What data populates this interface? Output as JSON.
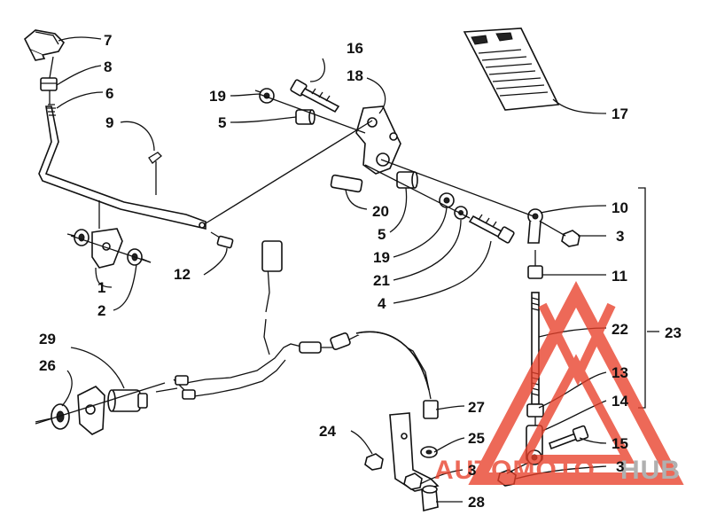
{
  "callouts": {
    "c7": "7",
    "c8": "8",
    "c6": "6",
    "c9": "9",
    "c12": "12",
    "c1": "1",
    "c2": "2",
    "c16": "16",
    "c18": "18",
    "c19a": "19",
    "c5a": "5",
    "c20": "20",
    "c5b": "5",
    "c19b": "19",
    "c21": "21",
    "c4": "4",
    "c17": "17",
    "c10": "10",
    "c3a": "3",
    "c11": "11",
    "c22": "22",
    "c23": "23",
    "c13": "13",
    "c14": "14",
    "c15": "15",
    "c3b": "3",
    "c3c": "3",
    "c29": "29",
    "c26": "26",
    "c27": "27",
    "c24": "24",
    "c25": "25",
    "c28": "28"
  },
  "watermark": {
    "text_a": "AUTOMOTO",
    "text_b": "HUB",
    "color_primary": "#e8402a",
    "color_secondary": "#9a9a9a"
  }
}
